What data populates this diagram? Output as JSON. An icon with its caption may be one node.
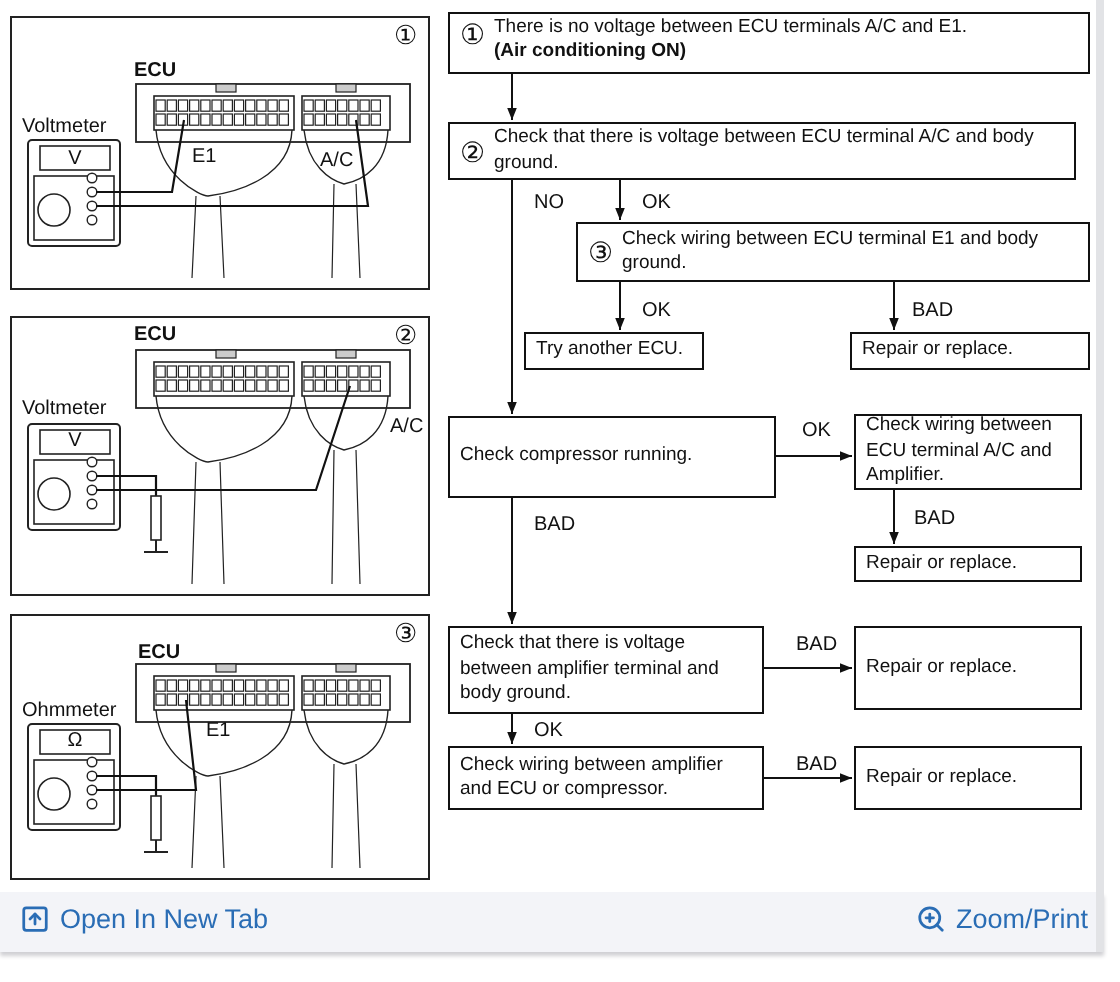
{
  "diagram": {
    "nodes": [
      {
        "text": [
          "①",
          "There is no voltage between ECU terminals A/C and E1.",
          "(Air conditioning ON)"
        ]
      },
      {
        "text": [
          "②",
          "Check that there is voltage between ECU terminal A/C and body ground."
        ]
      },
      {
        "text": [
          "③",
          "Check wiring between ECU terminal E1 and body ground."
        ]
      },
      {
        "text": [
          "Try another ECU."
        ]
      },
      {
        "text": [
          "Repair or replace."
        ]
      },
      {
        "text": [
          "Check compressor running."
        ]
      },
      {
        "text": [
          "Check wiring between ECU terminal A/C and Amplifier."
        ]
      },
      {
        "text": [
          "Repair or replace."
        ]
      },
      {
        "text": [
          "Check that there is voltage between amplifier terminal and body ground."
        ]
      },
      {
        "text": [
          "Repair or replace."
        ]
      },
      {
        "text": [
          "Check wiring between amplifier and ECU or compressor."
        ]
      },
      {
        "text": [
          "Repair or replace."
        ]
      }
    ],
    "edges": [
      {
        "from": 0,
        "to": 1,
        "arrow": "to"
      },
      {
        "from": 1,
        "to": 2,
        "arrow": "to",
        "label": "OK"
      },
      {
        "from": 1,
        "to": 5,
        "arrow": "to",
        "label": "NO"
      },
      {
        "from": 2,
        "to": 3,
        "arrow": "to",
        "label": "OK"
      },
      {
        "from": 2,
        "to": 4,
        "arrow": "to",
        "label": "BAD"
      },
      {
        "from": 5,
        "to": 6,
        "arrow": "to",
        "label": "OK"
      },
      {
        "from": 6,
        "to": 7,
        "arrow": "to",
        "label": "BAD"
      },
      {
        "from": 5,
        "to": 8,
        "arrow": "to",
        "label": "BAD"
      },
      {
        "from": 8,
        "to": 9,
        "arrow": "to",
        "label": "BAD"
      },
      {
        "from": 8,
        "to": 10,
        "arrow": "to",
        "label": "OK"
      },
      {
        "from": 10,
        "to": 11,
        "arrow": "to",
        "label": "BAD"
      }
    ],
    "labels": [
      "①",
      "ECU",
      "Voltmeter",
      "V",
      "E1",
      "A/C",
      "ECU",
      "②",
      "Voltmeter",
      "V",
      "A/C",
      "③",
      "ECU",
      "Ohmmeter",
      "Ω",
      "E1",
      "Open In New Tab",
      "Zoom/Print"
    ]
  }
}
